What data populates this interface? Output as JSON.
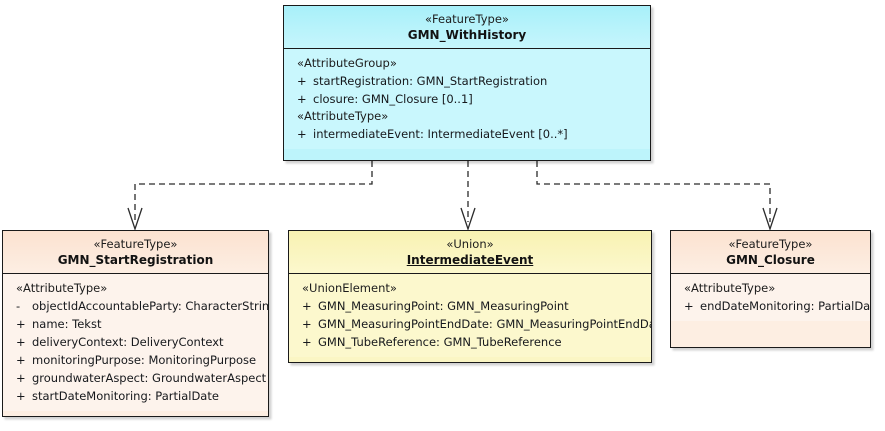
{
  "diagram": {
    "type": "uml-class-diagram",
    "notation": "UML",
    "background_color": "#ffffff",
    "classes": [
      {
        "id": "gmn-withhistory",
        "stereotype": "«FeatureType»",
        "name": "GMN_WithHistory",
        "name_underlined": false,
        "fill_color": "#c9f7fd",
        "compartments": [
          {
            "group_stereotype": "«AttributeGroup»",
            "attributes": [
              {
                "visibility": "+",
                "text": "startRegistration: GMN_StartRegistration"
              },
              {
                "visibility": "+",
                "text": "closure: GMN_Closure [0..1]"
              }
            ]
          },
          {
            "group_stereotype": "«AttributeType»",
            "attributes": [
              {
                "visibility": "+",
                "text": "intermediateEvent: IntermediateEvent [0..*]"
              }
            ]
          }
        ]
      },
      {
        "id": "gmn-startregistration",
        "stereotype": "«FeatureType»",
        "name": "GMN_StartRegistration",
        "name_underlined": false,
        "fill_color": "#fdf3ec",
        "compartments": [
          {
            "group_stereotype": "«AttributeType»",
            "attributes": [
              {
                "visibility": "-",
                "text": "objectIdAccountableParty: CharacterString"
              },
              {
                "visibility": "+",
                "text": "name: Tekst"
              },
              {
                "visibility": "+",
                "text": "deliveryContext: DeliveryContext"
              },
              {
                "visibility": "+",
                "text": "monitoringPurpose: MonitoringPurpose"
              },
              {
                "visibility": "+",
                "text": "groundwaterAspect: GroundwaterAspect"
              },
              {
                "visibility": "+",
                "text": "startDateMonitoring: PartialDate"
              }
            ]
          }
        ]
      },
      {
        "id": "intermediateevent",
        "stereotype": "«Union»",
        "name": "IntermediateEvent",
        "name_underlined": true,
        "fill_color": "#fcf8cd",
        "compartments": [
          {
            "group_stereotype": "«UnionElement»",
            "attributes": [
              {
                "visibility": "+",
                "text": "GMN_MeasuringPoint: GMN_MeasuringPoint"
              },
              {
                "visibility": "+",
                "text": "GMN_MeasuringPointEndDate: GMN_MeasuringPointEndDate"
              },
              {
                "visibility": "+",
                "text": "GMN_TubeReference: GMN_TubeReference"
              }
            ]
          }
        ]
      },
      {
        "id": "gmn-closure",
        "stereotype": "«FeatureType»",
        "name": "GMN_Closure",
        "name_underlined": false,
        "fill_color": "#fdf3ec",
        "compartments": [
          {
            "group_stereotype": "«AttributeType»",
            "attributes": [
              {
                "visibility": "+",
                "text": "endDateMonitoring: PartialDate"
              }
            ]
          }
        ]
      }
    ],
    "connectors": [
      {
        "id": "withhistory-to-startregistration",
        "kind": "dependency",
        "line_style": "dashed",
        "arrowhead": "open",
        "from": "gmn-withhistory",
        "to": "gmn-startregistration"
      },
      {
        "id": "withhistory-to-intermediateevent",
        "kind": "dependency",
        "line_style": "dashed",
        "arrowhead": "open",
        "from": "gmn-withhistory",
        "to": "intermediateevent"
      },
      {
        "id": "withhistory-to-closure",
        "kind": "dependency",
        "line_style": "dashed",
        "arrowhead": "open",
        "from": "gmn-withhistory",
        "to": "gmn-closure"
      }
    ]
  }
}
